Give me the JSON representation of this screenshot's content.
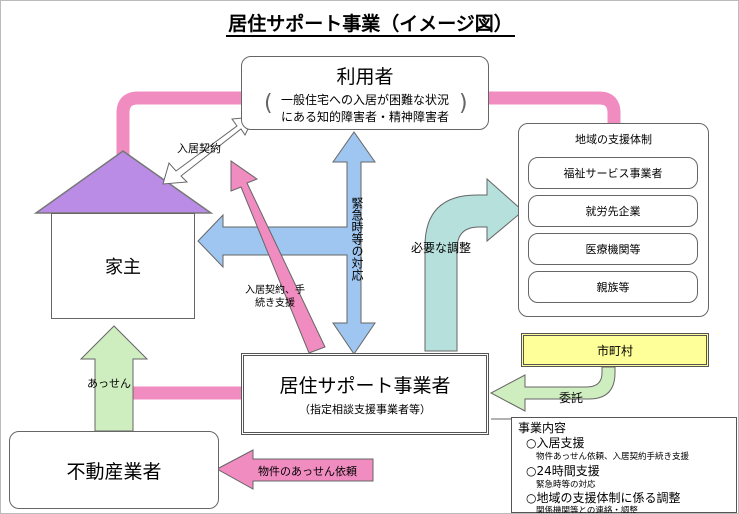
{
  "title": "居住サポート事業（イメージ図）",
  "user": {
    "title": "利用者",
    "desc_line1": "一般住宅への入居が困難な状況",
    "desc_line2": "にある知的障害者・精神障害者"
  },
  "landlord": "家主",
  "real_estate": "不動産業者",
  "support_provider": {
    "title": "居住サポート事業者",
    "subtitle": "（指定相談支援事業者等）"
  },
  "regional_support": {
    "heading": "地域の支援体制",
    "items": [
      "福祉サービス事業者",
      "就労先企業",
      "医療機関等",
      "親族等"
    ]
  },
  "municipality": "市町村",
  "arrows": {
    "move_in_contract": "入居契約",
    "emergency_response": "緊急時等の対応",
    "needed_adjustment": "必要な調整",
    "contract_support_line1": "入居契約、手",
    "contract_support_line2": "続き支援",
    "mediation": "あっせん",
    "consignment": "委託",
    "property_request": "物件のあっせん依頼"
  },
  "business_content": {
    "heading": "事業内容",
    "items": [
      {
        "label": "○入居支援",
        "note": "物件あっせん依頼、入居契約手続き支援"
      },
      {
        "label": "○24時間支援",
        "note": "緊急時等の対応"
      },
      {
        "label": "○地域の支援体制に係る調整",
        "note": "関係機関等との連絡・調整"
      }
    ]
  },
  "colors": {
    "pink": "#f08cc0",
    "blue": "#9ec6f0",
    "teal": "#b6e0dc",
    "green": "#cfeec0",
    "purple": "#bb8ce6",
    "yellow": "#ffff99"
  }
}
